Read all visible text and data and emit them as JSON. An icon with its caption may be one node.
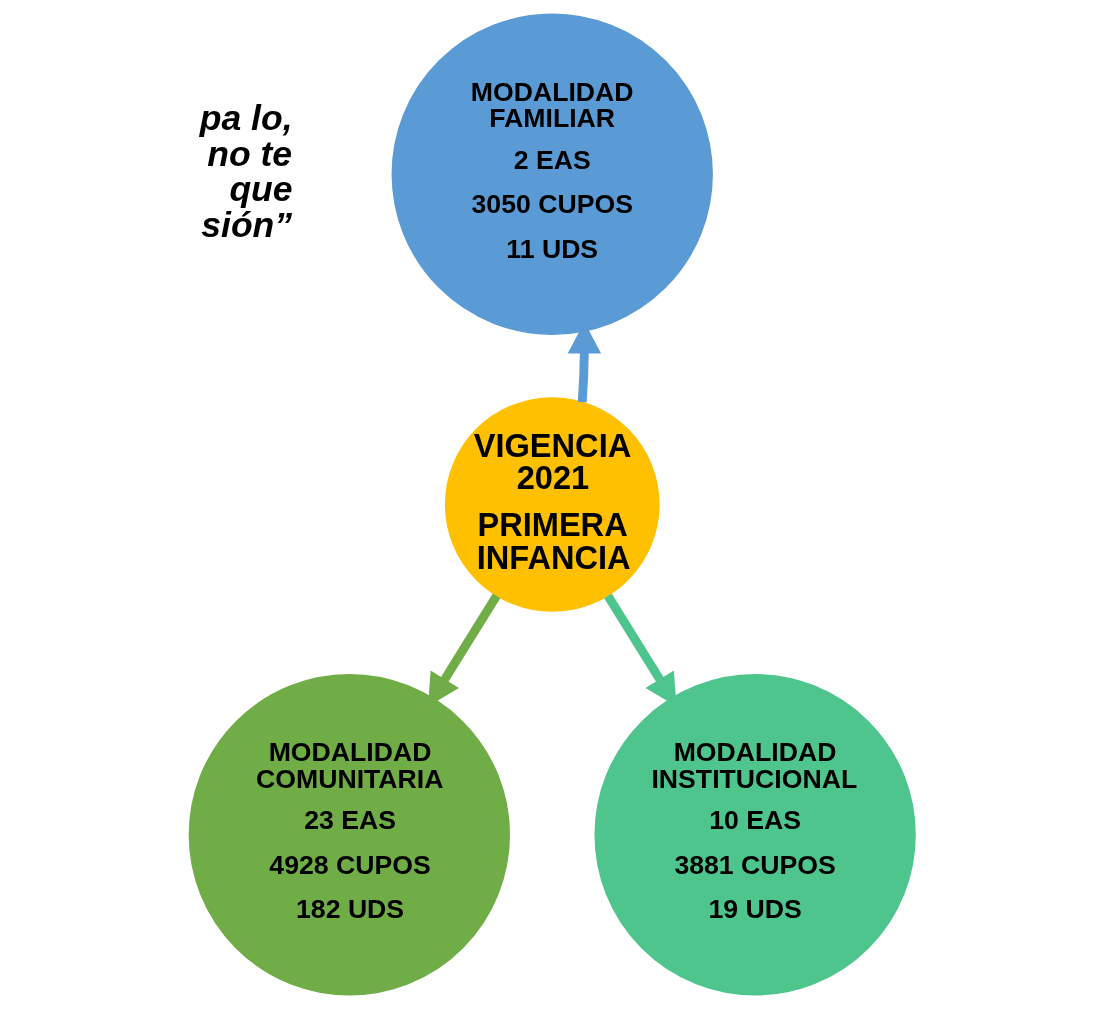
{
  "diagram": {
    "nodes": [
      {
        "text": [
          "VIGENCIA 2021",
          "PRIMERA INFANCIA"
        ]
      },
      {
        "text": [
          "MODALIDAD FAMILIAR",
          "2 EAS",
          "3050 CUPOS",
          "11 UDS"
        ]
      },
      {
        "text": [
          "MODALIDAD COMUNITARIA",
          "23 EAS",
          "4928 CUPOS",
          "182 UDS"
        ]
      },
      {
        "text": [
          "MODALIDAD INSTITUCIONAL",
          "10 EAS",
          "3881 CUPOS",
          "19 UDS"
        ]
      }
    ],
    "edges": [
      {
        "from": 0,
        "to": 1,
        "arrow": "to",
        "color": "#5b9bd5"
      },
      {
        "from": 0,
        "to": 2,
        "arrow": "to",
        "color": "#70ad47"
      },
      {
        "from": 0,
        "to": 3,
        "arrow": "to",
        "color": "#4fc58e"
      }
    ],
    "labels": [
      "pa lo, no te que sión”"
    ]
  }
}
